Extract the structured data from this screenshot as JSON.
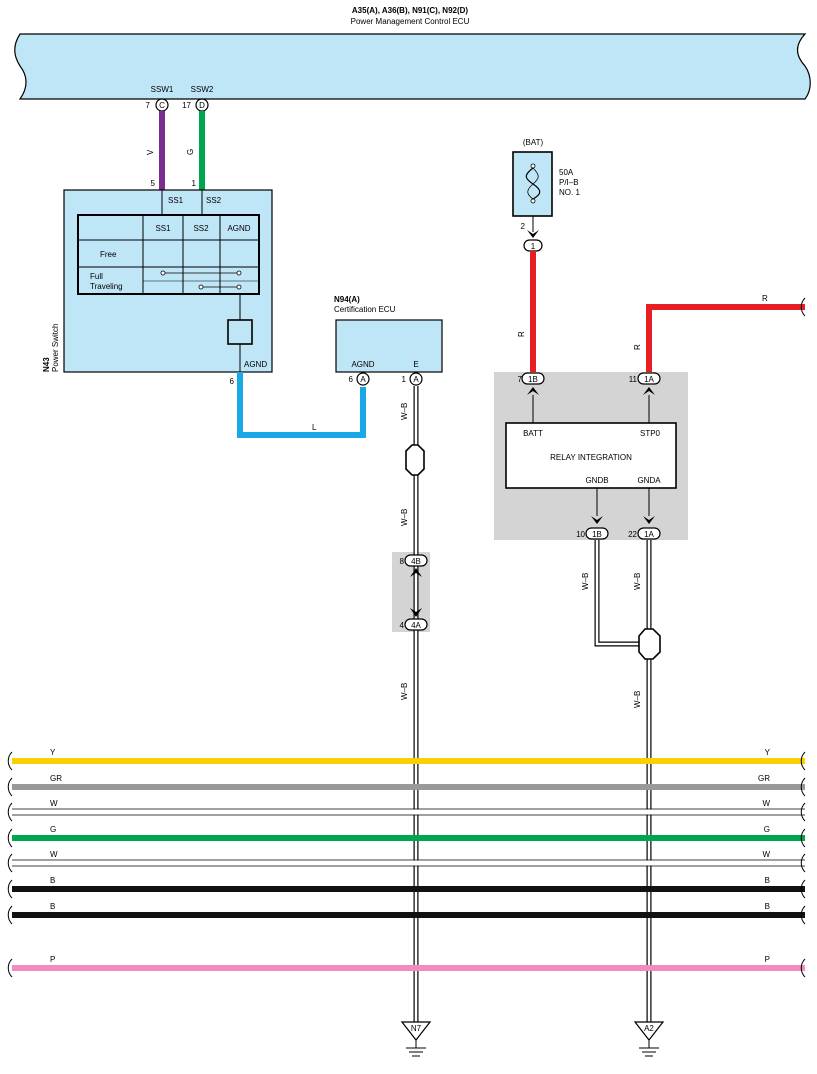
{
  "ecu_main": {
    "codes": "A35(A), A36(B), N91(C), N92(D)",
    "name": "Power Management Control ECU",
    "ssw1_label": "SSW1",
    "ssw2_label": "SSW2",
    "ssw1_pin": "7",
    "ssw1_conn": "C",
    "ssw2_pin": "17",
    "ssw2_conn": "D"
  },
  "wires": {
    "v": "V",
    "g": "G",
    "l": "L",
    "r": "R",
    "wb": "W–B"
  },
  "power_switch": {
    "code": "N43",
    "name": "Power Switch",
    "pin_ss1": "5",
    "pin_ss2": "1",
    "pin_agnd": "6",
    "ss1": "SS1",
    "ss2": "SS2",
    "agnd": "AGND",
    "table_headers": [
      "SS1",
      "SS2",
      "AGND"
    ],
    "row_free": "Free",
    "row_full_1": "Full",
    "row_full_2": "Traveling"
  },
  "cert_ecu": {
    "code": "N94(A)",
    "name": "Certification ECU",
    "agnd": "AGND",
    "e": "E",
    "pin_agnd": "6",
    "pin_e": "1",
    "conn": "A"
  },
  "fuse": {
    "bat": "(BAT)",
    "rating": "50A",
    "block": "P/I–B",
    "no": "NO. 1",
    "pin": "2",
    "conn": "1"
  },
  "relay": {
    "name": "RELAY INTEGRATION",
    "batt": "BATT",
    "stp0": "STP0",
    "gndb": "GNDB",
    "gnda": "GNDA",
    "pin_batt": "7",
    "conn_batt": "1B",
    "pin_stp0": "11",
    "conn_stp0": "1A",
    "pin_gndb": "10",
    "conn_gndb": "1B",
    "pin_gnda": "22",
    "conn_gnda": "1A"
  },
  "junction": {
    "pin_top": "8",
    "conn_top": "4B",
    "pin_bottom": "4",
    "conn_bottom": "4A"
  },
  "grounds": {
    "left": "N7",
    "right": "A2"
  },
  "bus": [
    {
      "label": "Y",
      "color": "#f7d100"
    },
    {
      "label": "GR",
      "color": "#999999"
    },
    {
      "label": "W",
      "color": "#ffffff"
    },
    {
      "label": "G",
      "color": "#00a550"
    },
    {
      "label": "W",
      "color": "#ffffff"
    },
    {
      "label": "B",
      "color": "#111111"
    },
    {
      "label": "B",
      "color": "#111111"
    },
    {
      "label": "P",
      "color": "#f08cc0"
    }
  ],
  "colors": {
    "ecu_fill": "#bfe6f7",
    "violet": "#7a2d8f",
    "green": "#00a550",
    "blue": "#19a9e6",
    "red": "#e81e25",
    "gray_box": "#d4d4d4"
  }
}
